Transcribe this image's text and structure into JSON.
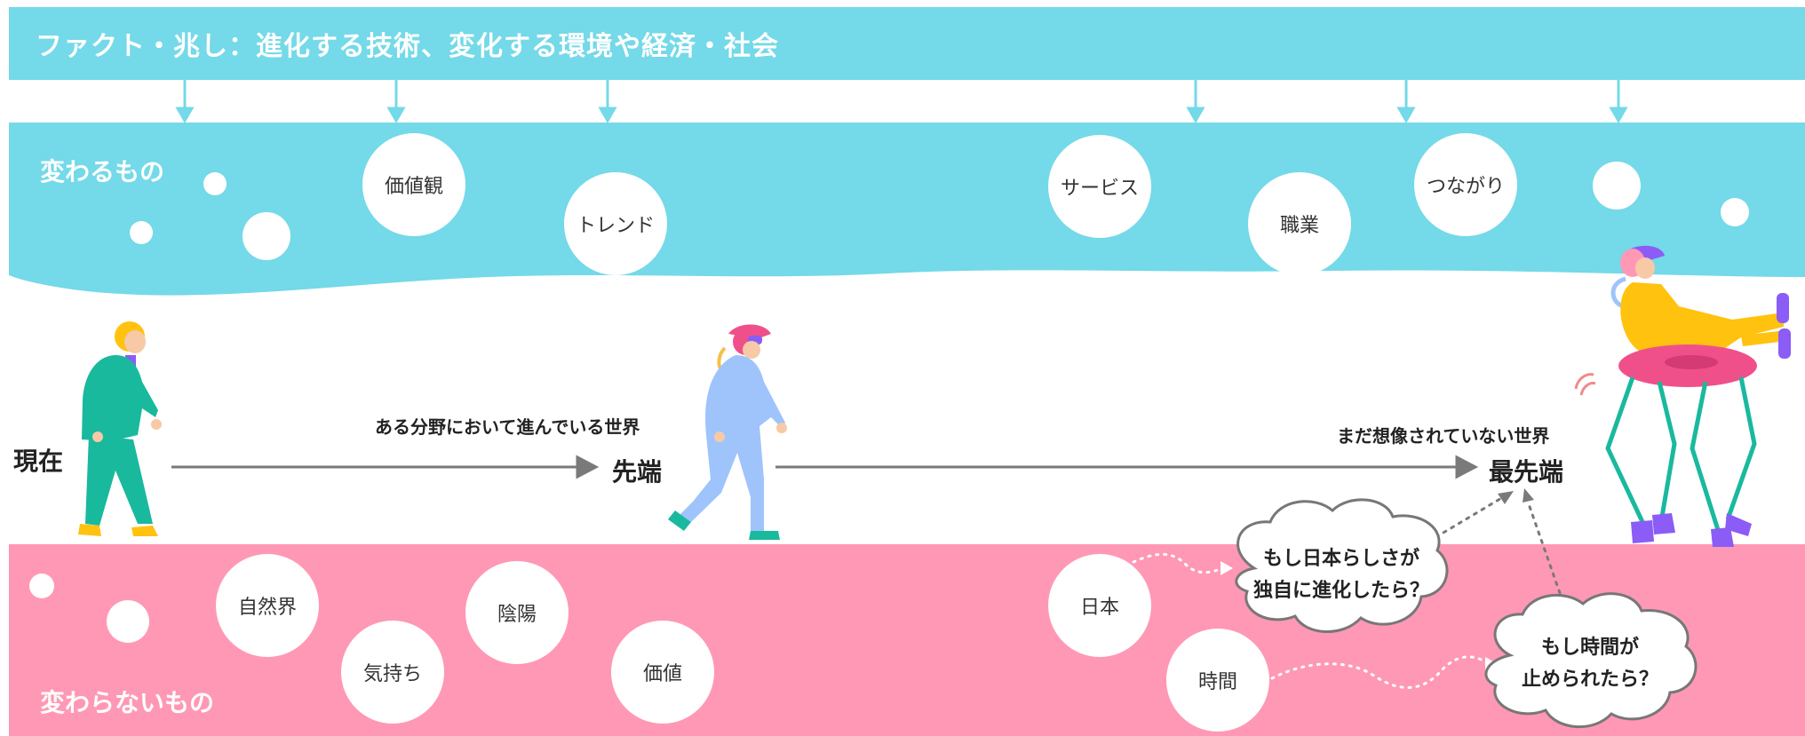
{
  "header": {
    "title": "ファクト・兆し：進化する技術、変化する環境や経済・社会"
  },
  "top_band": {
    "label": "変わるもの",
    "bubbles": [
      "価値観",
      "トレンド",
      "サービス",
      "職業",
      "つながり"
    ]
  },
  "bottom_band": {
    "label": "変わらないもの",
    "bubbles": [
      "自然界",
      "気持ち",
      "陰陽",
      "価値",
      "日本",
      "時間"
    ]
  },
  "stages": {
    "present": "現在",
    "leading": "先端",
    "leading_caption": "ある分野において進んでいる世界",
    "cutting_edge": "最先端",
    "cutting_edge_caption": "まだ想像されていない世界"
  },
  "questions": {
    "q1_line1": "もし日本らしさが",
    "q1_line2": "独自に進化したら？",
    "q2_line1": "もし時間が",
    "q2_line2": "止められたら？"
  },
  "colors": {
    "cyan": "#74d9e8",
    "pink": "#ff98b5",
    "arrow_gray": "#7a7a7a",
    "teal": "#19b99e",
    "yellow": "#ffc20e",
    "light_blue": "#9ec4fb",
    "magenta": "#f0508a",
    "purple": "#8b5cf6"
  }
}
